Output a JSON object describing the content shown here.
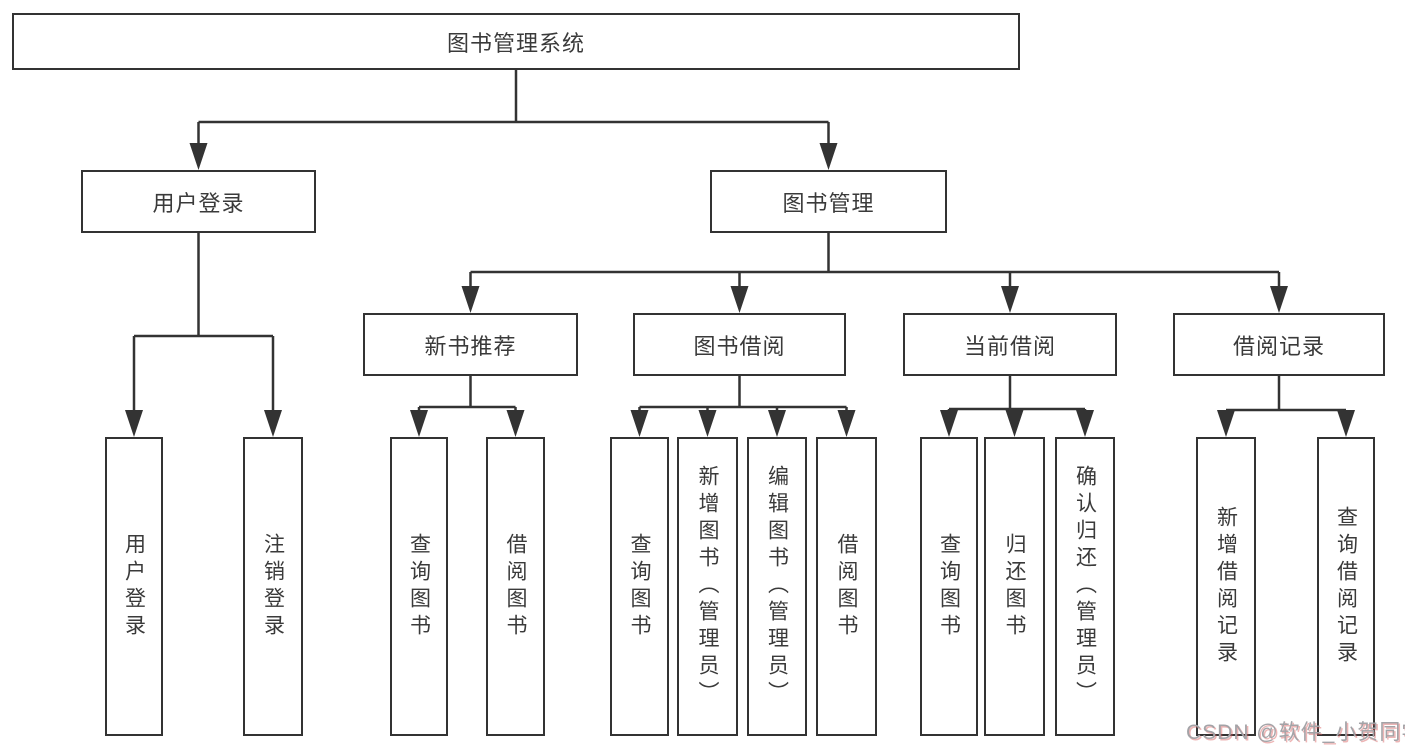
{
  "nodes": {
    "root": "图书管理系统",
    "user_login": "用户登录",
    "book_mgmt": "图书管理",
    "new_book": "新书推荐",
    "book_borrow": "图书借阅",
    "current_borrow": "当前借阅",
    "borrow_record": "借阅记录",
    "leaf_user_login": "用户登录",
    "leaf_logout": "注销登录",
    "leaf_nb_query": "查询图书",
    "leaf_nb_borrow": "借阅图书",
    "leaf_bb_query": "查询图书",
    "leaf_bb_add": "新增图书（管理员）",
    "leaf_bb_edit": "编辑图书（管理员）",
    "leaf_bb_borrow": "借阅图书",
    "leaf_cb_query": "查询图书",
    "leaf_cb_return": "归还图书",
    "leaf_cb_confirm": "确认归还（管理员）",
    "leaf_br_add": "新增借阅记录",
    "leaf_br_query": "查询借阅记录"
  },
  "watermark": "CSDN @软件_小贺同学",
  "colors": {
    "line": "#333333",
    "text": "#3a3a3a",
    "watermark_gray": "#a3a3a7",
    "watermark_red": "#d65a5a"
  }
}
